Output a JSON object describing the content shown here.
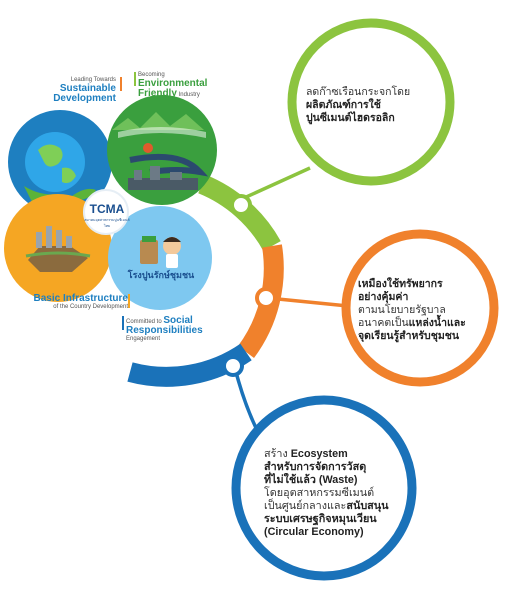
{
  "cluster": {
    "logo": {
      "brand": "TCMA",
      "subtitle": "สมาคมอุตสาหกรรมปูนซีเมนต์ไทย"
    },
    "top_left": {
      "pre": "Leading Towards",
      "line1": "Sustainable",
      "line2": "Development"
    },
    "top_right": {
      "pre": "Becoming",
      "line1": "Environmental",
      "line2": "Friendly",
      "post": "Industry"
    },
    "bottom_left": {
      "line1": "Basic Infrastructure",
      "post": "of the Country Development"
    },
    "bottom_right": {
      "pre": "Committed to",
      "line1": "Social",
      "line2": "Responsibilities",
      "post": "Engagement"
    },
    "mascot_caption": "โรงปูนรักษ์ชุมชน"
  },
  "items": [
    {
      "color": "#8cc43f",
      "lines": [
        {
          "text": "ลดก๊าซเรือนกระจกโดย",
          "bold": false
        },
        {
          "text": "ผลิตภัณฑ์การใช้",
          "bold": true
        },
        {
          "text": "ปูนซีเมนต์ไฮดรอลิก",
          "bold": true
        }
      ]
    },
    {
      "color": "#f0812c",
      "lines": [
        {
          "text": "เหมืองใช้ทรัพยากร",
          "bold": true
        },
        {
          "text": "อย่างคุ้มค่า",
          "bold": true
        },
        {
          "text": "ตามนโยบายรัฐบาล",
          "bold": false
        },
        {
          "text": "อนาคตเป็น",
          "bold": false,
          "tail": "แหล่งน้ำและ"
        },
        {
          "text": "จุดเรียนรู้สำหรับชุมชน",
          "bold": true
        }
      ]
    },
    {
      "color": "#1a72b9",
      "lines": [
        {
          "text": "สร้าง ",
          "bold": false,
          "tail": "Ecosystem"
        },
        {
          "text": "สำหรับการจัดการวัสดุ",
          "bold": true
        },
        {
          "text": "ที่ไม่ใช้แล้ว (Waste)",
          "bold": true
        },
        {
          "text": "โดยอุตสาหกรรมซีเมนต์",
          "bold": false
        },
        {
          "text": "เป็นศูนย์กลางและ",
          "bold": false,
          "tail": "สนับสนุน"
        },
        {
          "text": "ระบบเศรษฐกิจหมุนเวียน",
          "bold": true
        },
        {
          "text": "(Circular Economy)",
          "bold": true
        }
      ]
    }
  ]
}
